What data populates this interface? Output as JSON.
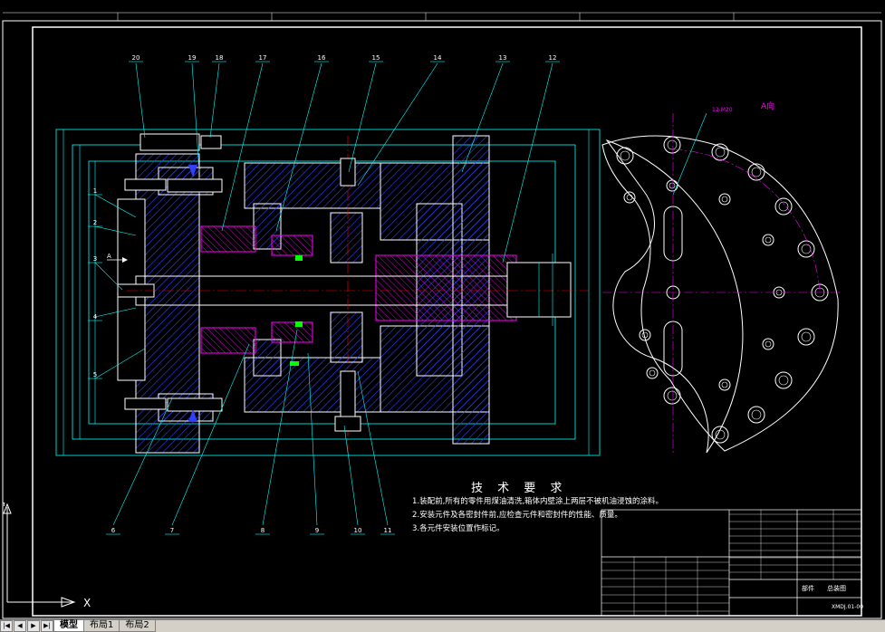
{
  "view_label": "A向",
  "arrow_label": "A",
  "hole_note": "12-M20",
  "tech_title": "技 术 要 求",
  "tech_notes": [
    "1.装配前,所有的零件用煤油清洗,箱体内壁涂上两层不被机油浸蚀的涂料。",
    "2.安装元件及各密封件前,应检查元件和密封件的性能、质量。",
    "3.各元件安装位置作标记。"
  ],
  "callouts_top": [
    "20",
    "19",
    "18",
    "17",
    "16",
    "15",
    "14",
    "13",
    "12"
  ],
  "callouts_left": [
    "1",
    "2",
    "3",
    "4",
    "5"
  ],
  "callouts_bottom": [
    "6",
    "7",
    "8",
    "9",
    "10",
    "11"
  ],
  "title_block": {
    "name": "总装图",
    "code": "XMDJ.01-00",
    "part": "部件"
  },
  "tabs": [
    "模型",
    "布局1",
    "布局2"
  ],
  "colors": {
    "cyan": "#00ffff",
    "magenta": "#ff00ff",
    "white": "#ffffff",
    "blue": "#3040ff",
    "yellow": "#ffff00",
    "green": "#00ff00"
  }
}
